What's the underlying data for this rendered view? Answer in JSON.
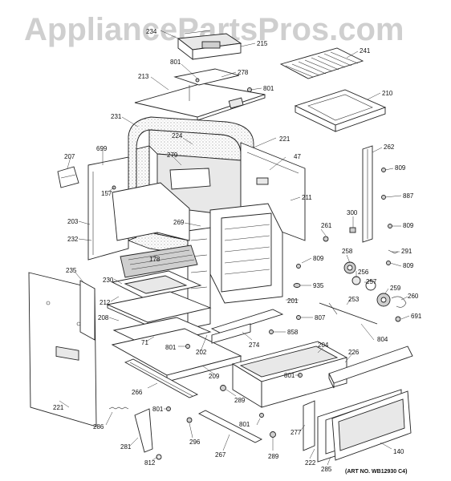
{
  "watermark": "AppliancePartsPros.com",
  "art_number": "(ART NO. WB12930 C4)",
  "part_labels": {
    "p234": "234",
    "p215": "215",
    "p801a": "801",
    "p278": "278",
    "p241": "241",
    "p213": "213",
    "p801b": "801",
    "p210": "210",
    "p231": "231",
    "p224": "224",
    "p221a": "221",
    "p47": "47",
    "p262": "262",
    "p207": "207",
    "p699": "699",
    "p279": "279",
    "p809a": "809",
    "p157": "157",
    "p211": "211",
    "p887": "887",
    "p203": "203",
    "p269": "269",
    "p300": "300",
    "p809b": "809",
    "p232": "232",
    "p261": "261",
    "p291": "291",
    "p178": "178",
    "p809c": "809",
    "p258": "258",
    "p809d": "809",
    "p235": "235",
    "p256": "256",
    "p230": "230",
    "p935": "935",
    "p257": "257",
    "p212": "212",
    "p201": "201",
    "p253": "253",
    "p259": "259",
    "p260": "260",
    "p208": "208",
    "p807": "807",
    "p691": "691",
    "p71": "71",
    "p801c": "801",
    "p858": "858",
    "p274": "274",
    "p804": "804",
    "p202": "202",
    "p204": "204",
    "p226": "226",
    "p209": "209",
    "p801d": "801",
    "p266": "266",
    "p289a": "289",
    "p221b": "221",
    "p801e": "801",
    "p286": "286",
    "p296": "296",
    "p801f": "801",
    "p281": "281",
    "p277": "277",
    "p140": "140",
    "p267": "267",
    "p289b": "289",
    "p222": "222",
    "p812": "812",
    "p285": "285"
  }
}
